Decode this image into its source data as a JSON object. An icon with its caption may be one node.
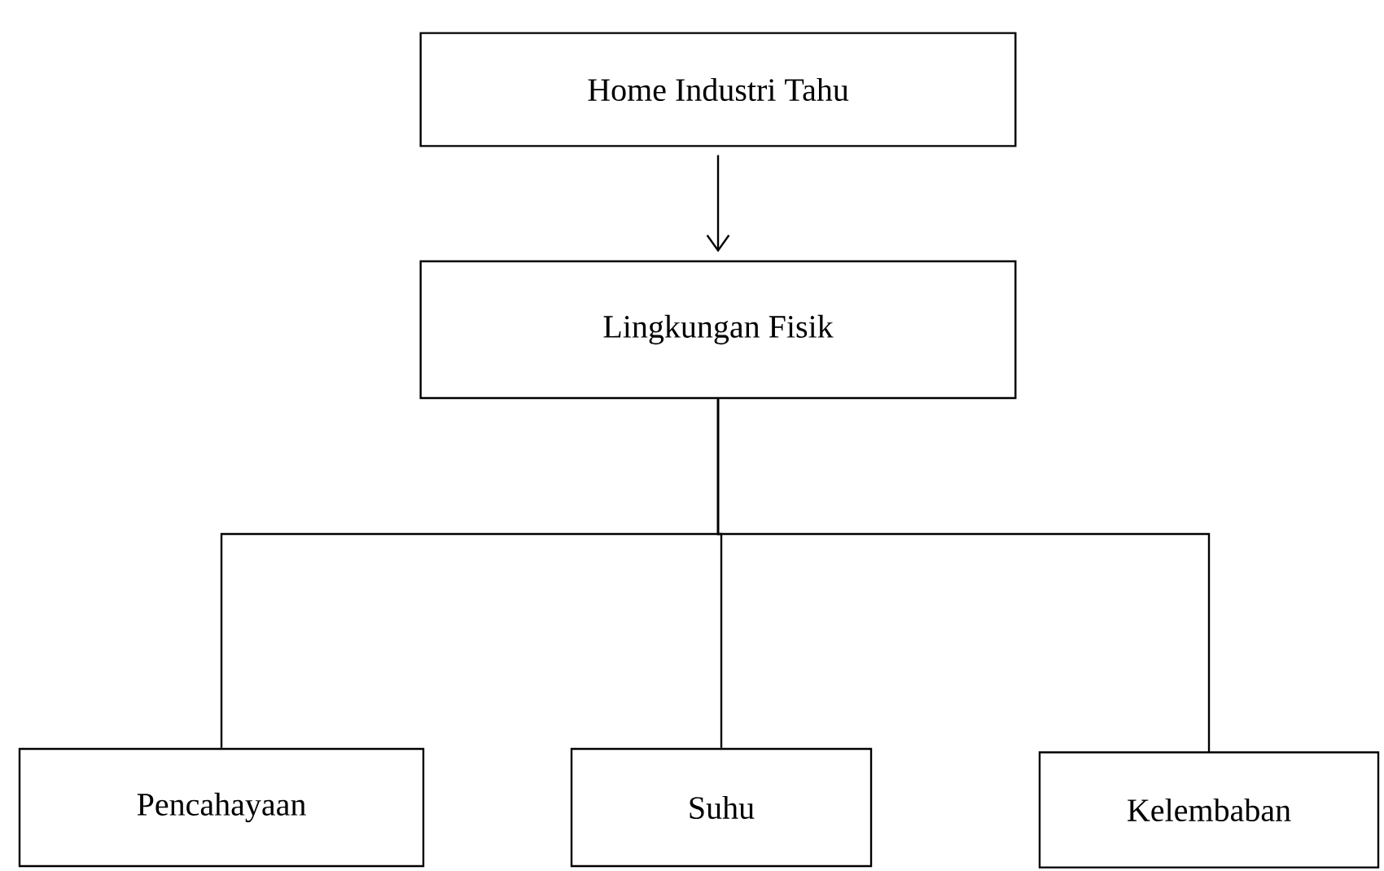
{
  "diagram": {
    "nodes": [
      {
        "text": [
          "Home Industri Tahu"
        ]
      },
      {
        "text": [
          "Lingkungan Fisik"
        ]
      },
      {
        "text": [
          "Pencahayaan"
        ]
      },
      {
        "text": [
          "Suhu"
        ]
      },
      {
        "text": [
          "Kelembaban"
        ]
      }
    ],
    "edges": [
      {
        "from": 0,
        "to": 1,
        "arrow": "to"
      },
      {
        "from": 1,
        "to": 2,
        "arrow": "none"
      },
      {
        "from": 1,
        "to": 3,
        "arrow": "none"
      },
      {
        "from": 1,
        "to": 4,
        "arrow": "none"
      }
    ]
  }
}
